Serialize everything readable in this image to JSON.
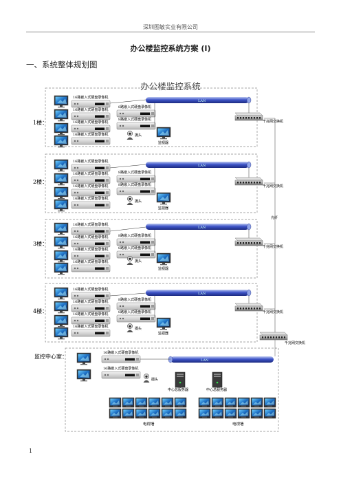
{
  "header": {
    "company": "深圳图敏实业有限公司"
  },
  "document": {
    "title": "办公楼监控系统方案 (Ⅰ)",
    "section_heading": "一、系统整体规划图"
  },
  "diagram": {
    "title": "办公楼监控系统",
    "lan_label": "LAN",
    "dvr_label": "16路嵌入式硬盘录像机",
    "dvr_label_alt": "8路嵌入式硬盘录像机",
    "camera_label": "摄头",
    "monitor_label": "监视器",
    "switch_label": "千兆网交换机",
    "fiber_label": "光纤",
    "floors": [
      {
        "label": "1楼："
      },
      {
        "label": "2楼："
      },
      {
        "label": "3楼："
      },
      {
        "label": "4楼："
      }
    ],
    "core_switch_label": "千兆网交换机",
    "control_center": {
      "label": "监控中心室：",
      "server_left": "中心总服务器",
      "server_right": "中心总服务器",
      "wall_left": "电视墙",
      "wall_right": "电视墙"
    }
  },
  "footer": {
    "page_number": "1"
  }
}
